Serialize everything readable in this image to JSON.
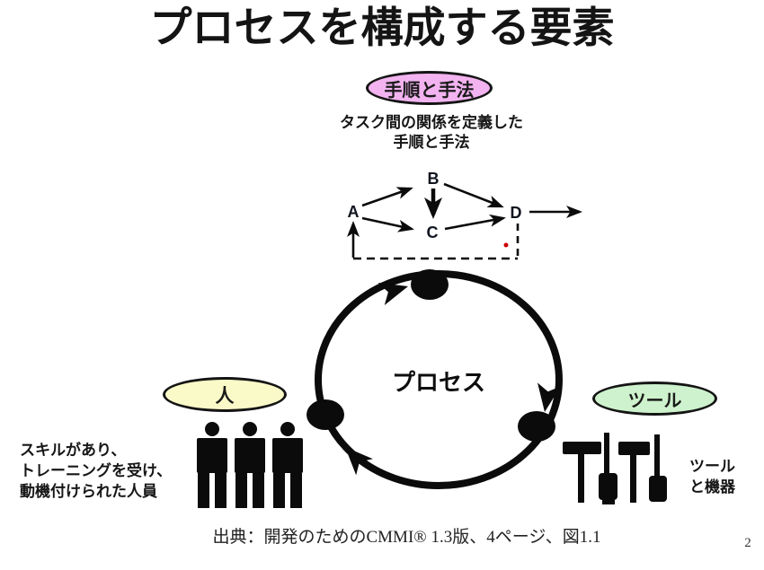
{
  "title": "プロセスを構成する要素",
  "page_number": "2",
  "source_note": "出典：開発のためのCMMI® 1.3版、4ページ、図1.1",
  "colors": {
    "ink": "#0b0b0b",
    "procedures_bubble": "#f2b3f0",
    "people_bubble": "#fafac8",
    "tools_bubble": "#cdf2cd",
    "red_dot": "#cc0000"
  },
  "bubbles": {
    "procedures": "手順と手法",
    "people": "人",
    "tools": "ツール"
  },
  "task_diagram": {
    "caption_line1": "タスク間の関係を定義した",
    "caption_line2": "手順と手法",
    "node_a": "A",
    "node_b": "B",
    "node_c": "C",
    "node_d": "D"
  },
  "cycle": {
    "center_label": "プロセス"
  },
  "people_note": {
    "line1": "スキルがあり、",
    "line2": "トレーニングを受け、",
    "line3": "動機付けられた人員"
  },
  "tools_note": {
    "line1": "ツール",
    "line2": "と機器"
  }
}
